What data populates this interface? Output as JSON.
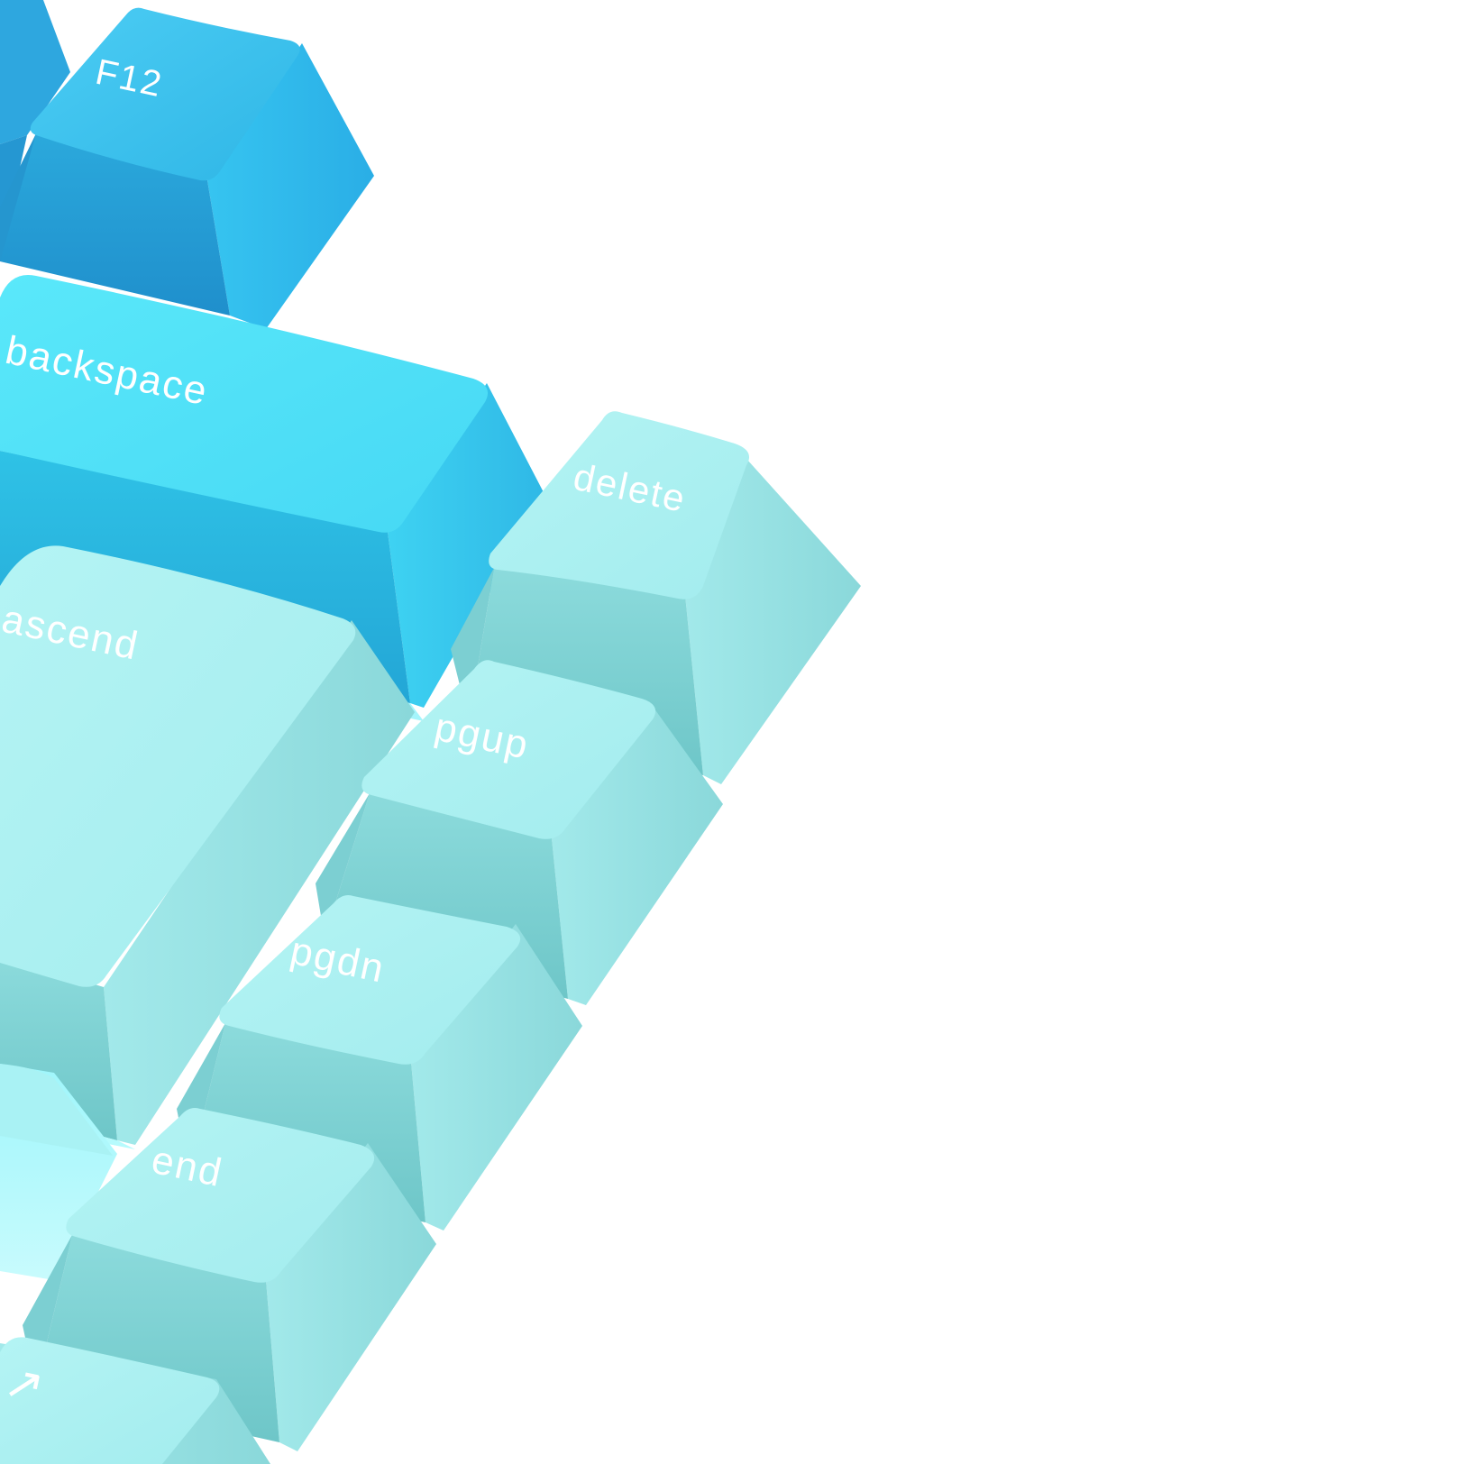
{
  "keys": {
    "f12": "F12",
    "backspace": "backspace",
    "delete": "delete",
    "ascend": "ascend",
    "pgup": "pgup",
    "pgdn": "pgdn",
    "end": "end",
    "arrow": "↗"
  },
  "colors": {
    "background": "#ffffff",
    "deep_blue": "#2cb8ec",
    "bright_cyan": "#3fe0f6",
    "mint": "#a6eeef",
    "legend": "#ffffff"
  }
}
